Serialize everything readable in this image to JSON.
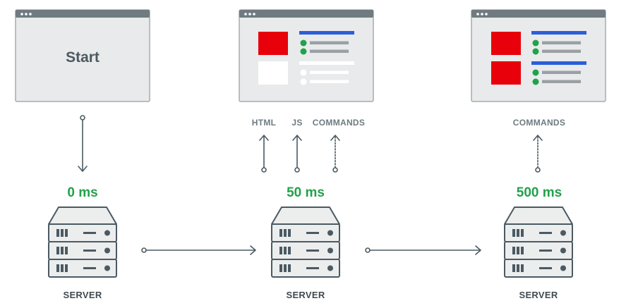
{
  "colors": {
    "window_fill": "#e9eaeb",
    "window_border": "#a6abae",
    "titlebar": "#6f7b81",
    "arrow": "#4a5a63",
    "red_block": "#e8000a",
    "blue_line": "#2b5fd9",
    "green_dot": "#1fa34a",
    "gray_line": "#9aa0a3",
    "time_green": "#22a14a"
  },
  "window_start": {
    "label": "Start"
  },
  "labels": {
    "html": "HTML",
    "js": "JS",
    "commands_mid": "COMMANDS",
    "commands_right": "COMMANDS"
  },
  "timings": {
    "t0": "0 ms",
    "t1": "50 ms",
    "t2": "500 ms"
  },
  "servers": {
    "s0": "SERVER",
    "s1": "SERVER",
    "s2": "SERVER"
  }
}
